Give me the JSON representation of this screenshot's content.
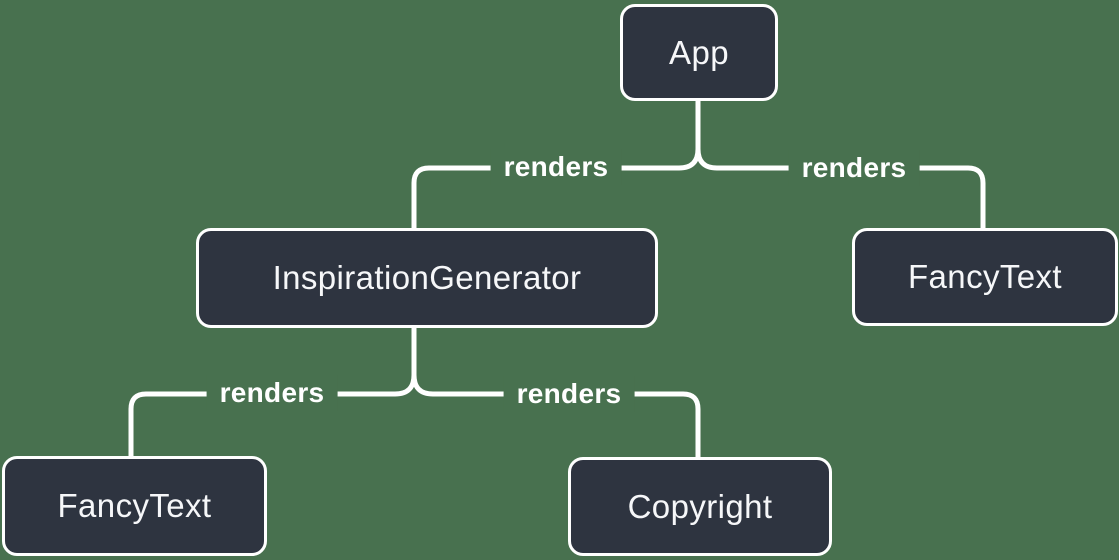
{
  "diagram": {
    "type": "component-render-tree",
    "colors": {
      "background": "#48714F",
      "node_fill": "#2E3440",
      "node_border": "#FFFFFF",
      "edge_line": "#FFFFFF",
      "node_text": "#F6F7F9",
      "edge_label_text": "#FFFFFF"
    },
    "nodes": {
      "app": {
        "label": "App"
      },
      "inspiration_generator": {
        "label": "InspirationGenerator"
      },
      "fancy_text_top": {
        "label": "FancyText"
      },
      "fancy_text_bottom": {
        "label": "FancyText"
      },
      "copyright": {
        "label": "Copyright"
      }
    },
    "edges": [
      {
        "from": "App",
        "to": "InspirationGenerator",
        "label": "renders"
      },
      {
        "from": "App",
        "to": "FancyText",
        "label": "renders"
      },
      {
        "from": "InspirationGenerator",
        "to": "FancyText",
        "label": "renders"
      },
      {
        "from": "InspirationGenerator",
        "to": "Copyright",
        "label": "renders"
      }
    ]
  }
}
